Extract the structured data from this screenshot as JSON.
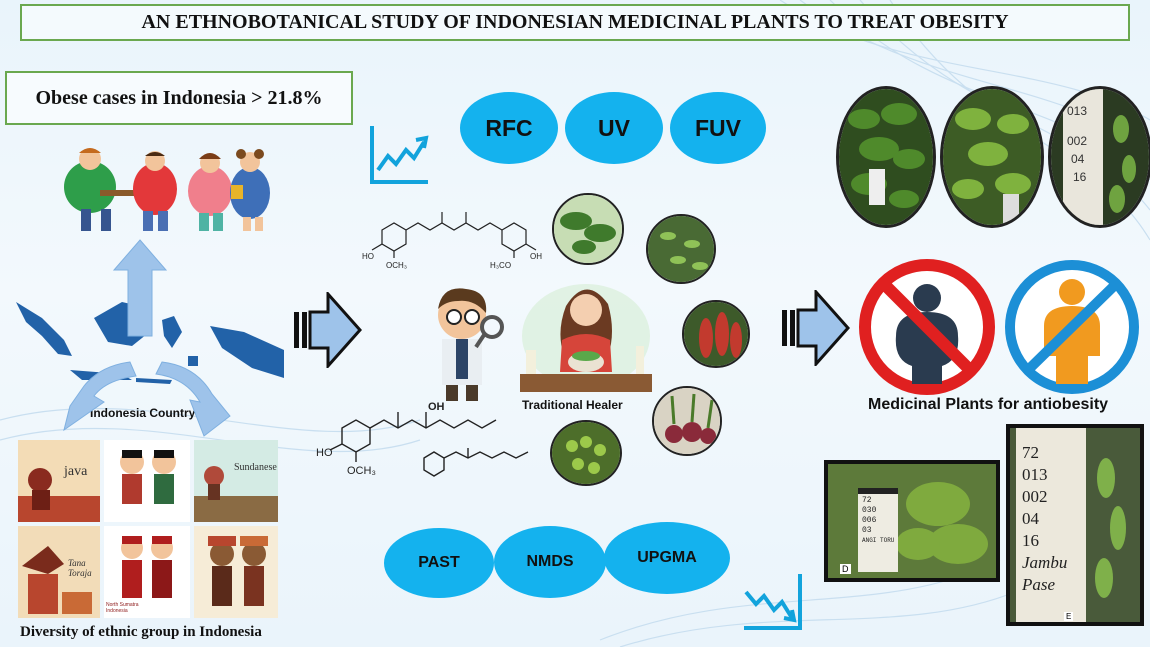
{
  "title": "AN ETHNOBOTANICAL STUDY OF INDONESIAN MEDICINAL PLANTS TO TREAT OBESITY",
  "obese_cases": "Obese cases in Indonesia > 21.8%",
  "indices": [
    "RFC",
    "UV",
    "FUV"
  ],
  "analyses": [
    "PAST",
    "NMDS",
    "UPGMA"
  ],
  "indonesia_label": "Indonesia Country",
  "ethnic_label": "Diversity of ethnic group in Indonesia",
  "healer_label": "Traditional Healer",
  "antiobesity_label": "Medicinal Plants for antiobesity",
  "ethnic_tiles": [
    "java",
    "",
    "Sundanese",
    "Tana Toraja",
    "North Sumatra Indonesia",
    ""
  ],
  "chem": {
    "curcumin_left_oh": "HO",
    "curcumin_left_ome": "OCH₃",
    "curcumin_right_ome": "H₃CO",
    "curcumin_right_oh": "OH",
    "gingerol_oh": "OH",
    "gingerol_ho": "HO",
    "gingerol_ome": "OCH₃"
  },
  "specimen_labels": {
    "d": [
      "72",
      "030",
      "006",
      "03",
      "ANGI TORU"
    ],
    "e": [
      "72",
      "013",
      "002",
      "04",
      "16",
      "Jambu",
      "Pase"
    ],
    "tag_d": "D",
    "tag_e": "E"
  },
  "colors": {
    "accent": "#14b2ee",
    "frame": "#6aa84f",
    "arrow": "#9ec3ea"
  }
}
